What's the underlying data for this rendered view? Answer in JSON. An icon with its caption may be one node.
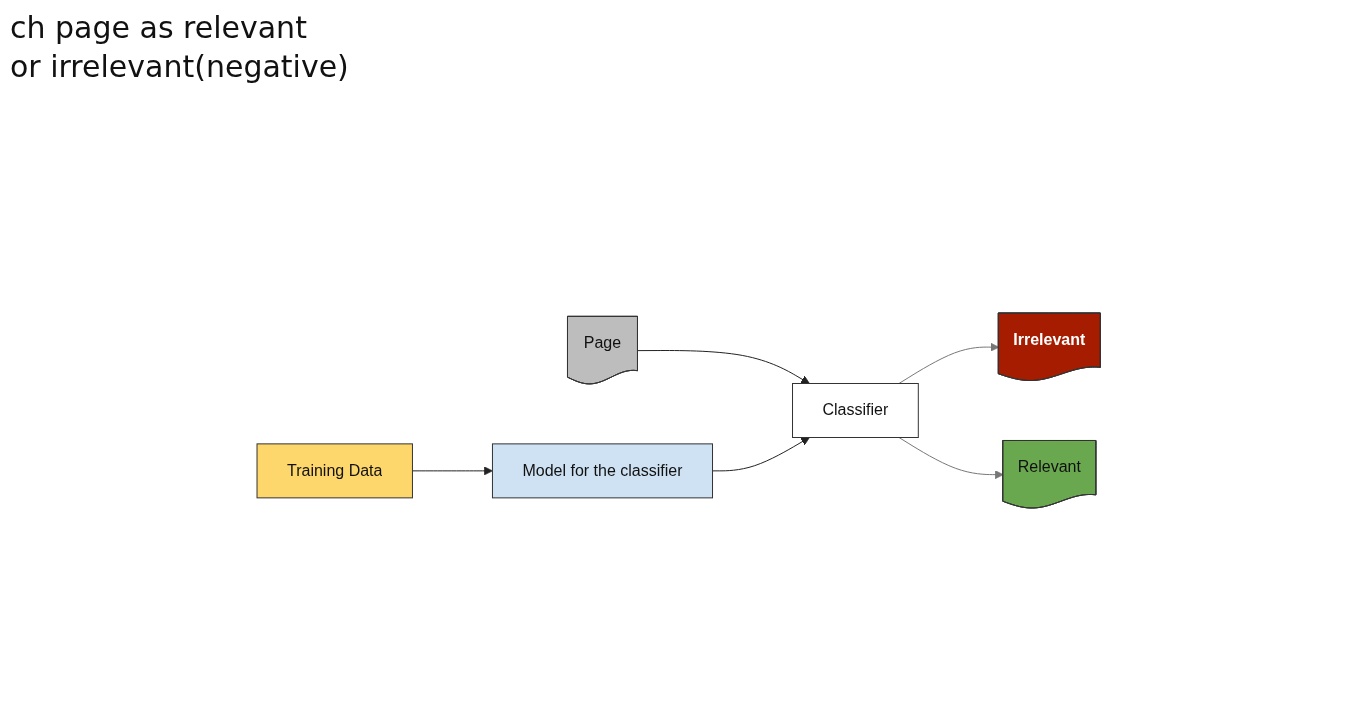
{
  "diagram": {
    "nodes": [
      {
        "text": [
          "Page"
        ]
      },
      {
        "text": [
          "Training Data"
        ]
      },
      {
        "text": [
          "Model for the classifier"
        ]
      },
      {
        "text": [
          "Classifier"
        ]
      },
      {
        "text": [
          "Irrelevant"
        ]
      },
      {
        "text": [
          "Relevant"
        ]
      }
    ],
    "edges": [
      {
        "from": 0,
        "to": 3,
        "arrow": "to"
      },
      {
        "from": 1,
        "to": 2,
        "arrow": "to"
      },
      {
        "from": 2,
        "to": 3,
        "arrow": "to"
      },
      {
        "from": 3,
        "to": 4,
        "arrow": "to",
        "color": "#777777"
      },
      {
        "from": 3,
        "to": 5,
        "arrow": "to",
        "color": "#777777"
      }
    ],
    "labels": [
      "ch page as relevant",
      "or irrelevant(negative)"
    ]
  }
}
